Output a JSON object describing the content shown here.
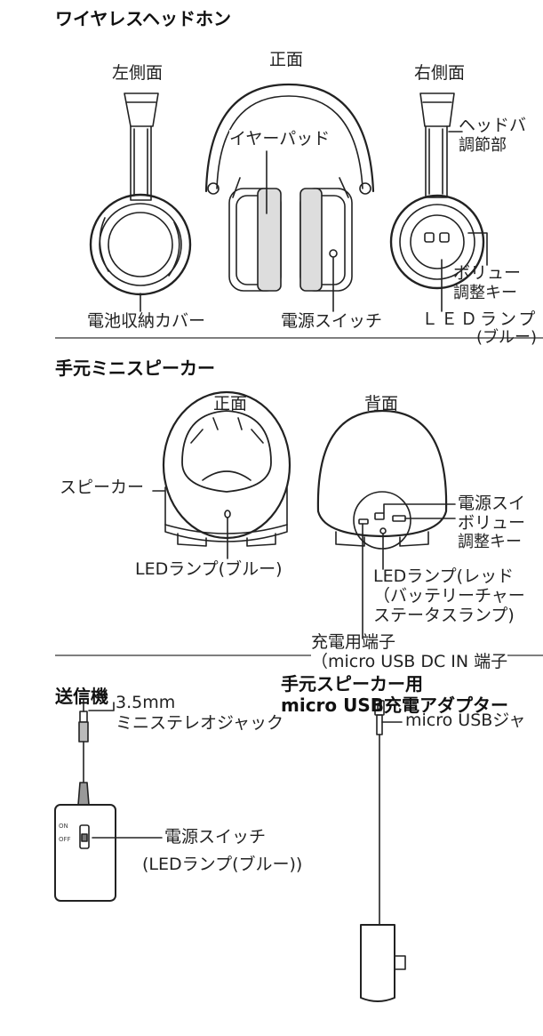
{
  "headphones": {
    "title": "ワイヤレスヘッドホン",
    "view_left": "左側面",
    "view_front": "正面",
    "view_right": "右側面",
    "ear_pad": "イヤーパッド",
    "headband_adjust_1": "ヘッドバ",
    "headband_adjust_2": "調節部",
    "volume_1": "ボリュー",
    "volume_2": "調整キー",
    "battery_cover": "電池収納カバー",
    "power_switch": "電源スイッチ",
    "led_1": "ＬＥＤランプ",
    "led_2": "(ブルー)"
  },
  "speaker": {
    "title": "手元ミニスピーカー",
    "view_front": "正面",
    "view_back": "背面",
    "speaker_label": "スピーカー",
    "led_blue": "LEDランプ(ブルー)",
    "power_1": "電源スイ",
    "volume_1": "ボリュー",
    "volume_2": "調整キー",
    "led_red_1": "LEDランプ(レッド",
    "led_red_2": "（バッテリーチャー",
    "led_red_3": "ステータスランプ)",
    "charge_1": "充電用端子",
    "charge_2": "（micro USB DC IN 端子"
  },
  "transmitter": {
    "title": "送信機",
    "jack_1": "3.5mm",
    "jack_2": "ミニステレオジャック",
    "switch_on": "ON",
    "switch_off": "OFF",
    "power_1": "電源スイッチ",
    "power_2": "(LEDランプ(ブルー))"
  },
  "adapter": {
    "title_1": "手元スピーカー用",
    "title_2": "micro USB充電アダプター",
    "jack": "micro USBジャ"
  }
}
